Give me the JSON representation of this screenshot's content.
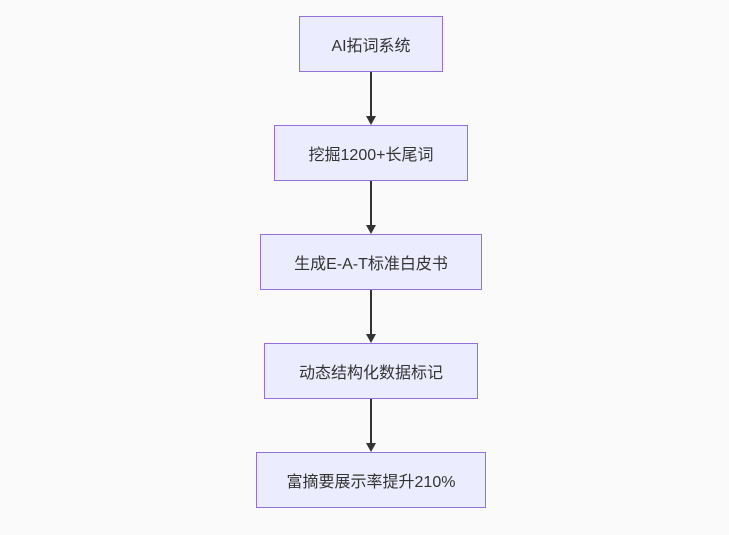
{
  "diagram": {
    "type": "flowchart",
    "direction": "top-down",
    "nodes": [
      {
        "id": 1,
        "label": "AI拓词系统"
      },
      {
        "id": 2,
        "label": "挖掘1200+长尾词"
      },
      {
        "id": 3,
        "label": "生成E-A-T标准白皮书"
      },
      {
        "id": 4,
        "label": "动态结构化数据标记"
      },
      {
        "id": 5,
        "label": "富摘要展示率提升210%"
      }
    ],
    "edges": [
      {
        "from": 1,
        "to": 2
      },
      {
        "from": 2,
        "to": 3
      },
      {
        "from": 3,
        "to": 4
      },
      {
        "from": 4,
        "to": 5
      }
    ],
    "colors": {
      "node_fill": "#ececff",
      "node_border": "#9370db",
      "arrow": "#333333",
      "text": "#333333",
      "background": "#fafafa"
    }
  }
}
